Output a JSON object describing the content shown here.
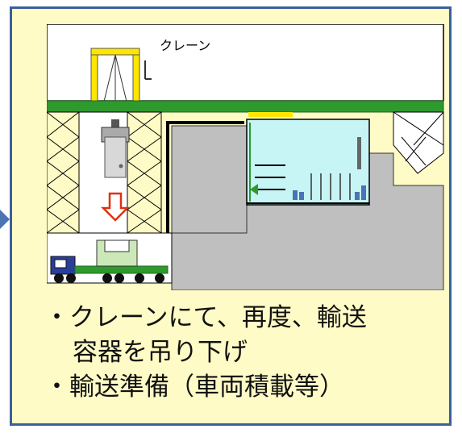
{
  "diagram": {
    "crane_label": "クレーン"
  },
  "bullets": [
    {
      "line1": "・クレーンにて、再度、輸送",
      "line2": "容器を吊り下げ"
    },
    {
      "line1": "・輸送準備（車両積載等）"
    }
  ],
  "colors": {
    "panel_bg": "#FFFBC6",
    "panel_border": "#3B5F9A",
    "green_beam": "#2E9A2E",
    "crane": "#FFE600",
    "floor_gray": "#BFBFBF",
    "pool_water": "#C7F4F4",
    "truck_blue": "#2A3F9A",
    "down_arrow": "#E03010"
  }
}
